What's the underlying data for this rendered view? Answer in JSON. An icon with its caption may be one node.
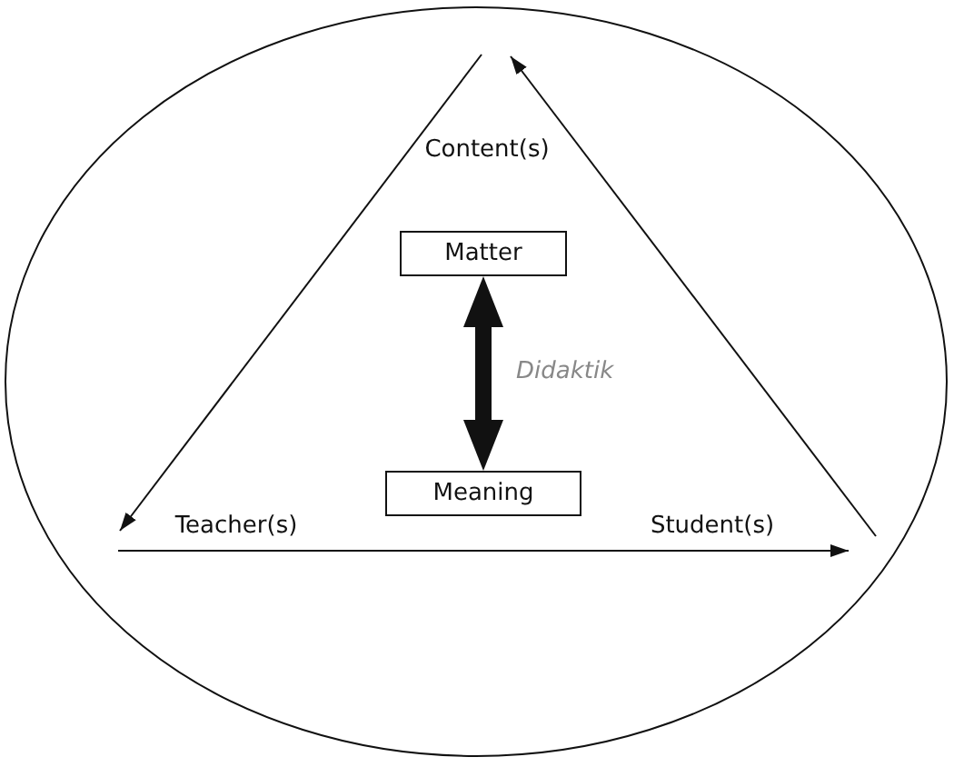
{
  "diagram": {
    "nodes": [
      {
        "text": [
          "Content(s)"
        ]
      },
      {
        "text": [
          "Matter"
        ]
      },
      {
        "text": [
          "Teacher(s)"
        ]
      },
      {
        "text": [
          "Meaning"
        ]
      },
      {
        "text": [
          "Student(s)"
        ]
      }
    ],
    "edges": [
      {
        "from": 0,
        "to": 2,
        "arrow": "to"
      },
      {
        "from": 2,
        "to": 4,
        "arrow": "to"
      },
      {
        "from": 4,
        "to": 0,
        "arrow": "to"
      },
      {
        "from": 1,
        "to": 3,
        "arrow": "both",
        "style": "thick",
        "label": "Didaktik"
      }
    ]
  }
}
